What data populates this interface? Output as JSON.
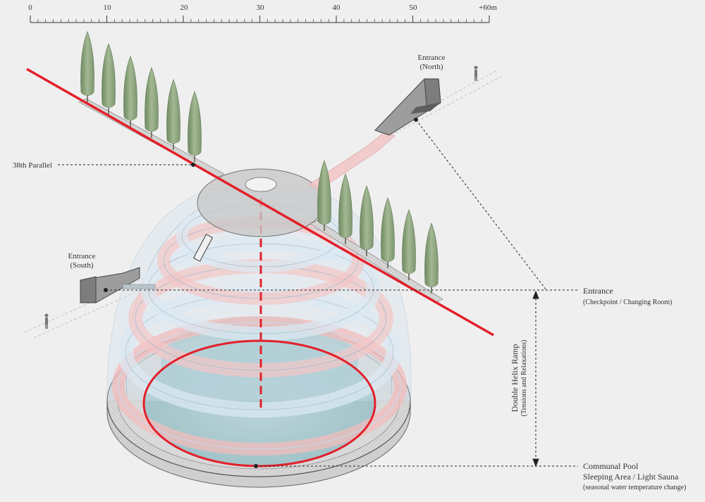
{
  "scale": {
    "ticks": [
      "0",
      "10",
      "20",
      "30",
      "40",
      "50",
      "+60m"
    ]
  },
  "labels": {
    "parallel": "38th Parallel",
    "entrance_north": [
      "Entrance",
      "(North)"
    ],
    "entrance_south": [
      "Entrance",
      "(South)"
    ],
    "entrance_main": "Entrance",
    "entrance_main_sub": "(Checkpoint / Changing Room)",
    "ramp": "Double Helix Ramp",
    "ramp_sub": "(Tensions and Relaxations)",
    "pool": "Communal Pool",
    "sleeping": "Sleeping Area / Light Sauna",
    "sleeping_sub": "(seasonal water temperature change)"
  },
  "colors": {
    "red_line": "#e3202a",
    "glass": "#cfe0ee",
    "ramp_pink": "#f6c9c9",
    "pool_water": "#a9c9cf",
    "tree": "#8ea57c",
    "background": "#efefef"
  }
}
